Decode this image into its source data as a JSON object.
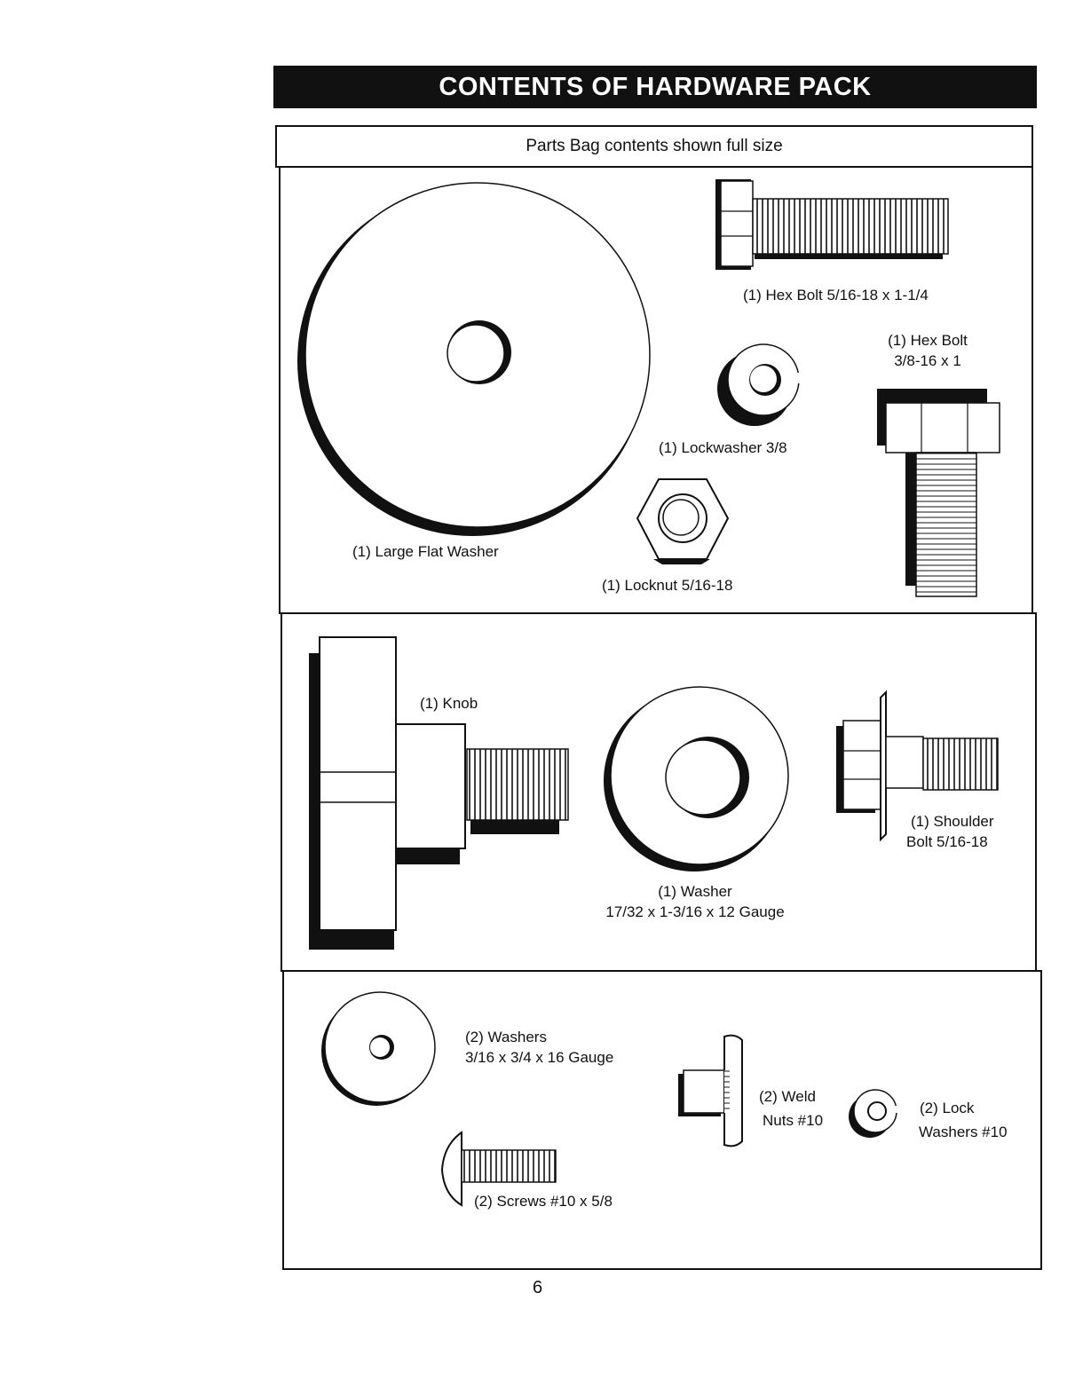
{
  "header": {
    "title": "CONTENTS OF HARDWARE PACK"
  },
  "subtitle": "Parts Bag contents shown full size",
  "parts": {
    "hex_bolt_long": "(1) Hex Bolt  5/16-18 x 1-1/4",
    "hex_bolt_short_line1": "(1) Hex Bolt",
    "hex_bolt_short_line2": "3/8-16 x 1",
    "lockwasher": "(1) Lockwasher  3/8",
    "large_flat_washer": "(1) Large Flat Washer",
    "locknut": "(1) Locknut  5/16-18",
    "knob": "(1) Knob",
    "washer_line1": "(1) Washer",
    "washer_line2": "17/32 x 1-3/16 x 12 Gauge",
    "shoulder_bolt_line1": "(1) Shoulder",
    "shoulder_bolt_line2": "Bolt  5/16-18",
    "small_washers_line1": "(2) Washers",
    "small_washers_line2": "3/16 x 3/4 x 16 Gauge",
    "weld_nuts_line1": "(2) Weld",
    "weld_nuts_line2": "Nuts  #10",
    "lock_washers_line1": "(2) Lock",
    "lock_washers_line2": "Washers  #10",
    "screws": "(2) Screws  #10 x 5/8"
  },
  "page_number": "6",
  "icons": [
    "flat-washer-icon",
    "hex-bolt-icon",
    "lockwasher-icon",
    "locknut-icon",
    "knob-icon",
    "washer-icon",
    "shoulder-bolt-icon",
    "weld-nut-icon",
    "screw-icon"
  ]
}
